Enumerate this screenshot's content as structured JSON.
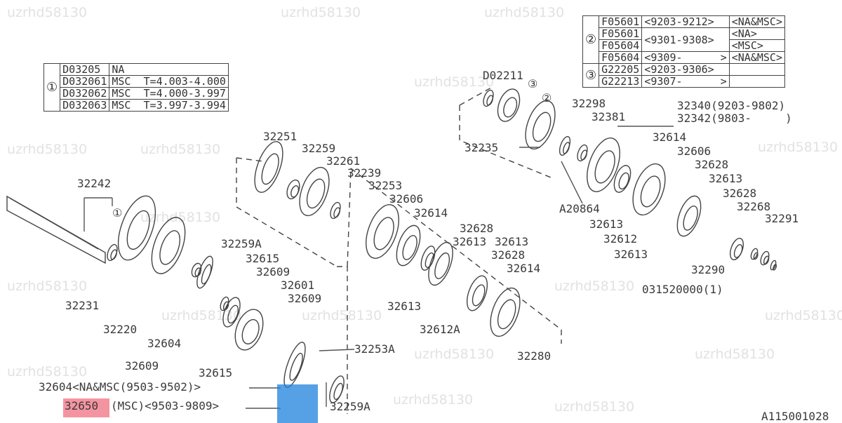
{
  "watermark": "uzrhd58130",
  "table1": {
    "marker": "①",
    "rows": [
      [
        "D03205",
        "NA"
      ],
      [
        "D032061",
        "MSC  T=4.003-4.000"
      ],
      [
        "D032062",
        "MSC  T=4.000-3.997"
      ],
      [
        "D032063",
        "MSC  T=3.997-3.994"
      ]
    ]
  },
  "table2": {
    "groups": [
      {
        "marker": "②",
        "rows": [
          [
            "F05601",
            "<9203-9212>",
            "<NA&MSC>"
          ],
          [
            "F05601",
            "<9301-9308>",
            "<NA>"
          ],
          [
            "F05604",
            "",
            "<MSC>"
          ],
          [
            "F05604",
            "<9309-      >",
            "<NA&MSC>"
          ]
        ]
      },
      {
        "marker": "③",
        "rows": [
          [
            "G22205",
            "<9203-9306>",
            ""
          ],
          [
            "G22213",
            "<9307-      >",
            ""
          ]
        ]
      }
    ]
  },
  "labels": [
    "D02211",
    "32298",
    "32340(9203-9802)",
    "32342(9803-     )",
    "32381",
    "32614",
    "32235",
    "32606",
    "32628",
    "32613",
    "A20864",
    "32628",
    "32268",
    "32291",
    "32613",
    "32612",
    "32613",
    "32290",
    "031520000(1)",
    "32251",
    "32259",
    "32261",
    "32239",
    "32253",
    "32606",
    "32614",
    "32628",
    "32613",
    "32613",
    "32628",
    "32614",
    "32242",
    "32259A",
    "32615",
    "32609",
    "32601",
    "32609",
    "32231",
    "32220",
    "32604",
    "32253A",
    "32609",
    "32615",
    "32604<NA&MSC(9503-9502)>",
    "32650",
    "(MSC)<9503-9809>",
    "32259A",
    "32613",
    "32612A",
    "32280",
    "A115001028"
  ],
  "callouts": [
    "①",
    "③",
    "②"
  ]
}
